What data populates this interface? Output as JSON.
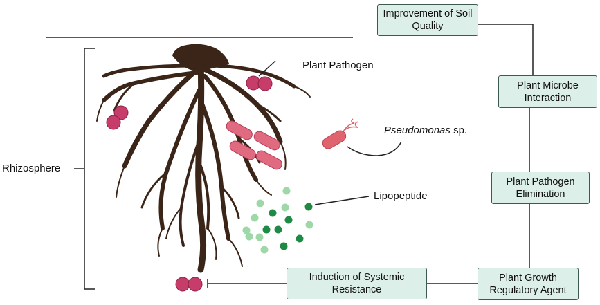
{
  "boxes": {
    "soil_quality": "Improvement of Soil Quality",
    "plant_microbe": "Plant Microbe Interaction",
    "pathogen_elimination": "Plant Pathogen Elimination",
    "growth_regulatory": "Plant Growth Regulatory Agent",
    "systemic_resistance": "Induction of Systemic Resistance"
  },
  "labels": {
    "rhizosphere": "Rhizosphere",
    "plant_pathogen": "Plant Pathogen",
    "pseudomonas_italic": "Pseudomonas",
    "pseudomonas_suffix": " sp.",
    "lipopeptide": "Lipopeptide"
  },
  "colors": {
    "box_fill": "#dcefe8",
    "box_border": "#3d5a52",
    "root": "#3b2418",
    "pathogen": "#c73d6a",
    "bacterium": "#e0646f",
    "lipopeptide_dark": "#1f8a45",
    "lipopeptide_light": "#9fd8a8"
  }
}
